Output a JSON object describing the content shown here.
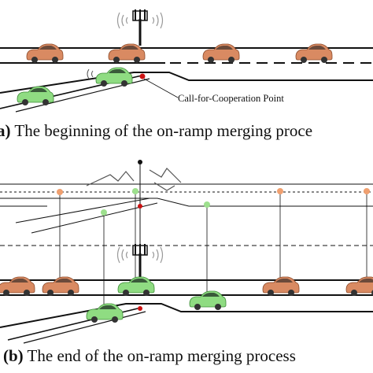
{
  "panel_a": {
    "label": "a)",
    "caption": "The beginning of the on-ramp merging proce",
    "call_for_cooperation_label": "Call-for-Cooperation Point"
  },
  "panel_b": {
    "label": "(b)",
    "caption": "The end of the on-ramp merging process"
  },
  "colors": {
    "mainline_vehicle": "#d98a62",
    "ramp_vehicle": "#8fdc82",
    "virtual_node_orange": "#f0a070",
    "virtual_node_green": "#9ee08e",
    "merge_point": "#cc1111",
    "road_line": "#111111"
  },
  "icons": [
    "cell-tower-icon",
    "car-icon",
    "satellite-icon"
  ]
}
